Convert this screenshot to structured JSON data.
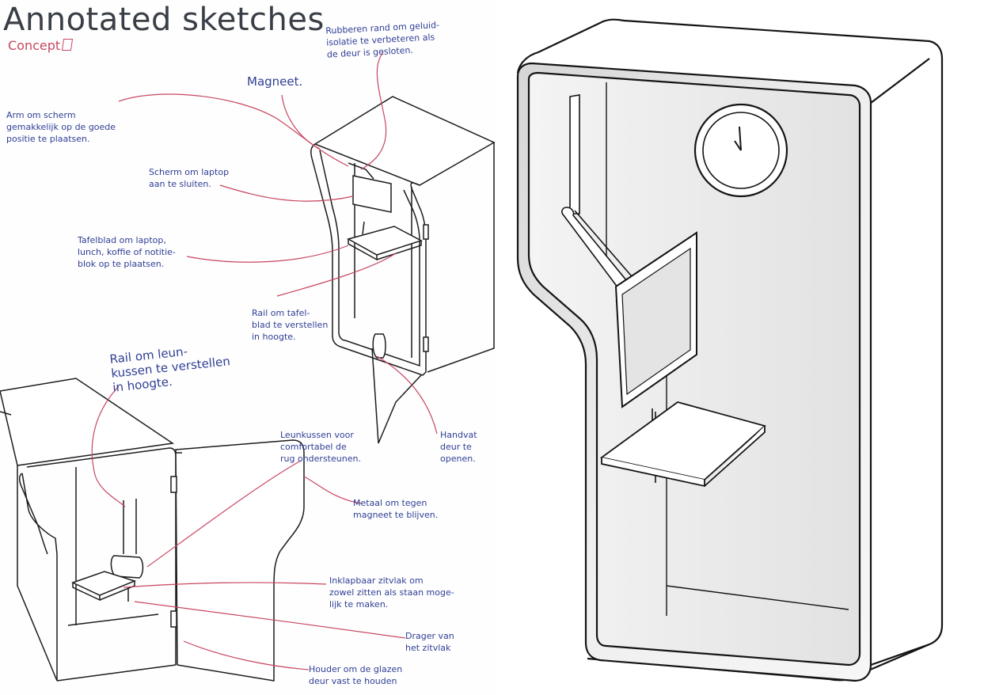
{
  "left": {
    "title": "Annotated sketches",
    "subtitle": "Concept",
    "annotations": {
      "rubber": "Rubberen rand om geluid-\nisolatie te verbeteren als\nde deur is gesloten.",
      "magnet": "Magneet.",
      "arm": "Arm om scherm\ngemakkelijk op de goede\npositie te plaatsen.",
      "screen": "Scherm om laptop\naan te sluiten.",
      "table": "Tafelblad om laptop,\nlunch, koffie of notitie-\nblok op te plaatsen.",
      "rail_table": "Rail om tafel-\nblad te verstellen\nin hoogte.",
      "rail_cushion": "Rail om leun-\nkussen te verstellen\nin hoogte.",
      "handle": "Handvat\ndeur te\nopenen.",
      "cushion": "Leunkussen voor\ncomfortabel de\nrug ondersteunen.",
      "metal": "Metaal om tegen\nmagneet te blijven.",
      "seat": "Inklapbaar zitvlak om\nzowel zitten als staan moge-\nlijk te maken.",
      "carrier": "Drager van\nhet zitvlak",
      "holder": "Houder om de glazen\ndeur vast te houden"
    }
  },
  "colors": {
    "ink": "#2f3e95",
    "leader": "#c74660",
    "line": "#1c1c1c",
    "title": "#3a3f47"
  }
}
